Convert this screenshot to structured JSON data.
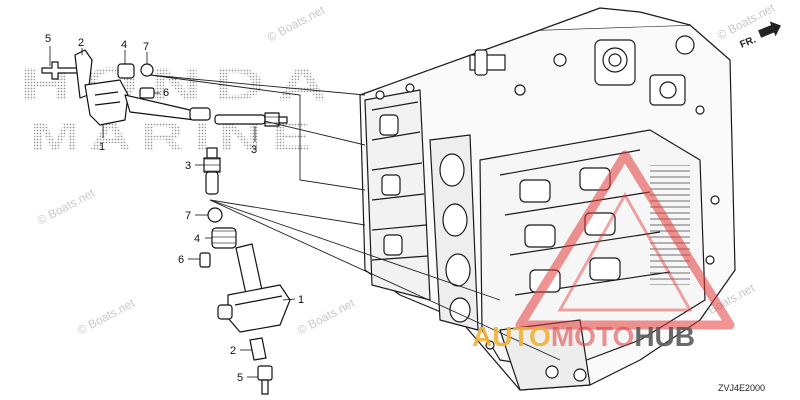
{
  "callouts": {
    "c5_top": "5",
    "c2_top": "2",
    "c4_top": "4",
    "c7_top": "7",
    "c6_top": "6",
    "c1_top": "1",
    "c3_plug": "3",
    "c3_left": "3",
    "c7_low": "7",
    "c4_low": "4",
    "c6_low": "6",
    "c1_low": "1",
    "c2_low": "2",
    "c5_low": "5"
  },
  "brand": {
    "line1": "HONDA",
    "line2": "MARINE"
  },
  "watermark": {
    "top": "© Boats.net",
    "right": "© Boats.net",
    "left": "© Boats.net",
    "center": "© Boats.net",
    "bottom_right": "© Boats.net",
    "upper_mid": "© Boats.net"
  },
  "front_marker": "FR.",
  "diagram_code": "ZVJ4E2000",
  "overlay_logo": {
    "part_a": "AUTO",
    "part_b": "MOTO",
    "part_c": "HUB",
    "accent": "#e23b3b",
    "gold": "#f2b233",
    "gray": "#5a5a5a"
  }
}
